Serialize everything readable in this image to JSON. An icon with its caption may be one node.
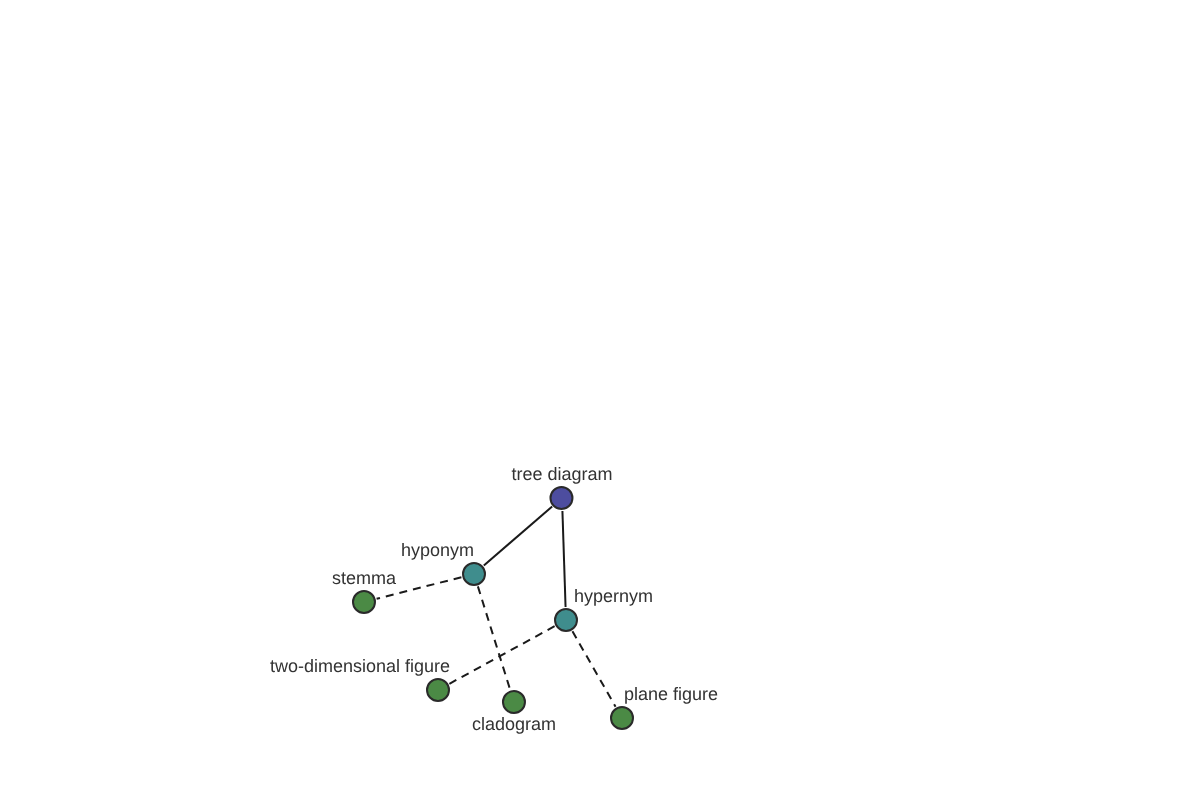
{
  "diagram": {
    "nodes": [
      {
        "text": [
          "tree diagram"
        ]
      },
      {
        "text": [
          "hyponym"
        ]
      },
      {
        "text": [
          "stemma"
        ]
      },
      {
        "text": [
          "hypernym"
        ]
      },
      {
        "text": [
          "two-dimensional figure"
        ]
      },
      {
        "text": [
          "cladogram"
        ]
      },
      {
        "text": [
          "plane figure"
        ]
      }
    ],
    "edges": [
      {
        "from": 0,
        "to": 1,
        "arrow": "none"
      },
      {
        "from": 0,
        "to": 3,
        "arrow": "none"
      },
      {
        "from": 1,
        "to": 2,
        "arrow": "none",
        "style": "dashed"
      },
      {
        "from": 1,
        "to": 5,
        "arrow": "none",
        "style": "dashed"
      },
      {
        "from": 3,
        "to": 4,
        "arrow": "none",
        "style": "dashed"
      },
      {
        "from": 3,
        "to": 6,
        "arrow": "none",
        "style": "dashed"
      }
    ]
  }
}
